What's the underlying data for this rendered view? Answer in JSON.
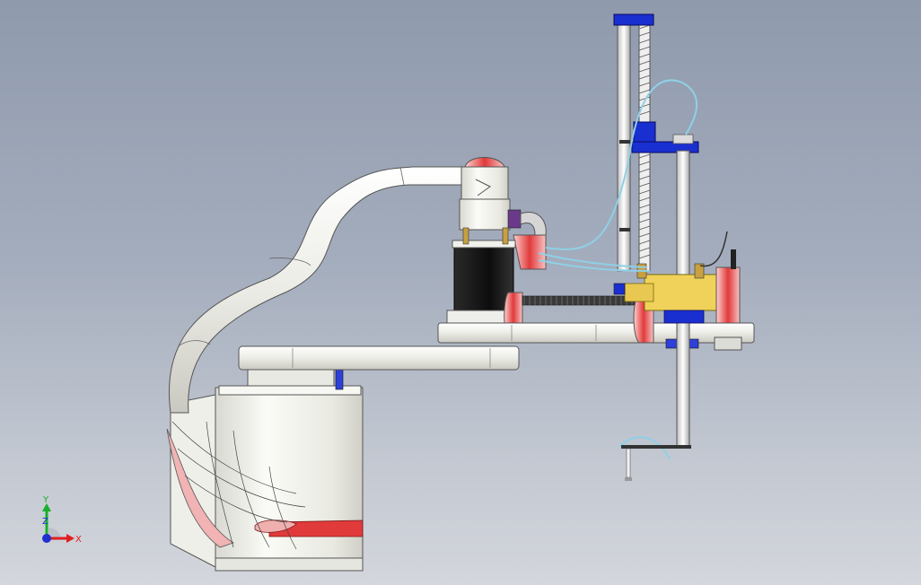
{
  "viewport": {
    "background_top": "#8f9aad",
    "background_bottom": "#d3d6dc"
  },
  "model": {
    "body_color": "#f3f3ee",
    "accent_color": "#e03a3a",
    "motor_color": "#121212",
    "actuator_color": "#1a2fd0",
    "bracket_color": "#f0d25a",
    "hose_color": "#8fd0e6"
  },
  "triad": {
    "y_label": "Y",
    "x_label": "X",
    "z_label": "Z",
    "y_color": "#18b02a",
    "x_color": "#e02020",
    "z_color": "#2030d0"
  }
}
